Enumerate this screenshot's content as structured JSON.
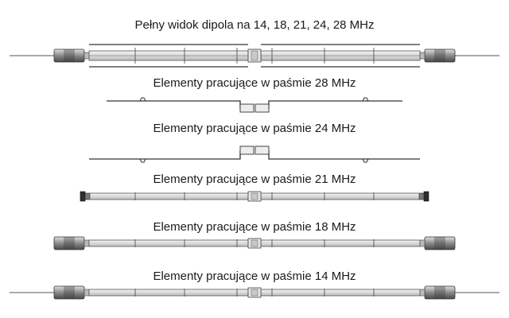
{
  "title": "Pełny widok dipola na 14, 18, 21, 24, 28 MHz",
  "panels": [
    {
      "id": "p28",
      "label": "Elementy pracujące w paśmie 28 MHz"
    },
    {
      "id": "p24",
      "label": "Elementy pracujące w paśmie 24 MHz"
    },
    {
      "id": "p21",
      "label": "Elementy pracujące w paśmie 21 MHz"
    },
    {
      "id": "p18",
      "label": "Elementy pracujące w paśmie 18 MHz"
    },
    {
      "id": "p14",
      "label": "Elementy pracujące w paśmie 14 MHz"
    }
  ]
}
